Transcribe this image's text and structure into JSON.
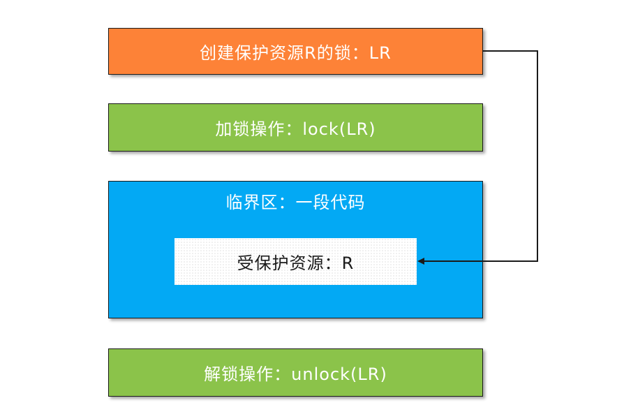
{
  "boxes": {
    "create_lock": "创建保护资源R的锁：LR",
    "lock_op": "加锁操作：lock(LR)",
    "critical_section": "临界区：一段代码",
    "protected_resource": "受保护资源：R",
    "unlock_op": "解锁操作：unlock(LR)"
  },
  "colors": {
    "create_box": "#fd8237",
    "lock_box": "#8bc34a",
    "critical_box": "#03a9f4",
    "resource_box": "#ffffff",
    "unlock_box": "#8bc34a"
  }
}
